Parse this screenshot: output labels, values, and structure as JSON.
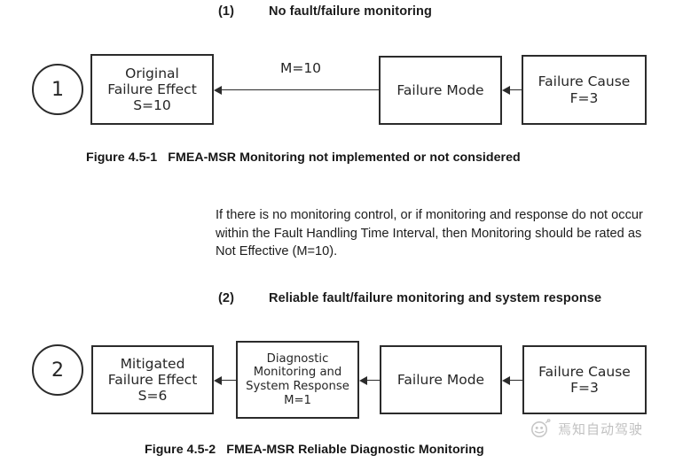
{
  "page": {
    "background": "#ffffff",
    "ink": "#262626"
  },
  "sections": [
    {
      "number": "(1)",
      "title": "No fault/failure monitoring"
    },
    {
      "number": "(2)",
      "title": "Reliable fault/failure monitoring and system response"
    }
  ],
  "diagram1": {
    "index_label": "1",
    "nodes": [
      {
        "id": "original-failure-effect",
        "lines": [
          "Original",
          "Failure Effect",
          "S=10"
        ]
      },
      {
        "id": "failure-mode",
        "lines": [
          "Failure Mode"
        ]
      },
      {
        "id": "failure-cause",
        "lines": [
          "Failure Cause",
          "F=3"
        ]
      }
    ],
    "arrows": [
      {
        "id": "monitoring-rating",
        "label": "M=10",
        "direction": "left"
      },
      {
        "id": "cause-to-mode",
        "label": "",
        "direction": "left"
      }
    ]
  },
  "diagram2": {
    "index_label": "2",
    "nodes": [
      {
        "id": "mitigated-failure-effect",
        "lines": [
          "Mitigated",
          "Failure Effect",
          "S=6"
        ]
      },
      {
        "id": "diagnostic-monitoring",
        "lines": [
          "Diagnostic",
          "Monitoring and",
          "System Response",
          "M=1"
        ]
      },
      {
        "id": "failure-mode",
        "lines": [
          "Failure Mode"
        ]
      },
      {
        "id": "failure-cause",
        "lines": [
          "Failure Cause",
          "F=3"
        ]
      }
    ],
    "arrows": [
      {
        "id": "monitoring-to-effect",
        "label": "",
        "direction": "left"
      },
      {
        "id": "mode-to-monitoring",
        "label": "",
        "direction": "left"
      },
      {
        "id": "cause-to-mode",
        "label": "",
        "direction": "left"
      }
    ]
  },
  "captions": {
    "figure1_number": "Figure 4.5-1",
    "figure1_title": "FMEA-MSR Monitoring not implemented or not considered",
    "figure2_number": "Figure 4.5-2",
    "figure2_title": "FMEA-MSR Reliable Diagnostic Monitoring"
  },
  "paragraph": {
    "text": "If there is no monitoring control, or if monitoring and response do not occur within the Fault Handling Time Interval, then Monitoring should be rated as Not Effective (M=10)."
  },
  "watermark": {
    "text": "焉知自动驾驶",
    "color": "#8d8d8d"
  }
}
